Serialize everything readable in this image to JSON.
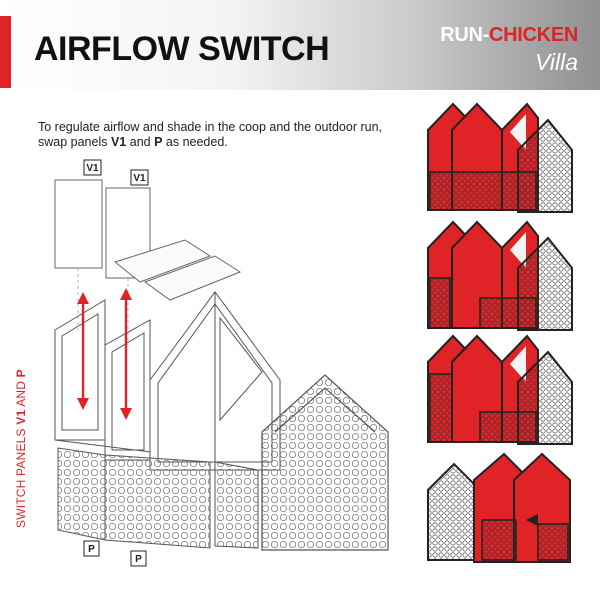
{
  "header": {
    "title": "AIRFLOW SWITCH",
    "brand_prefix": "RUN-",
    "brand_highlight": "CHICKEN",
    "brand_sub": "Villa"
  },
  "intro": {
    "text_part1": "To regulate airflow and shade in the coop and the outdoor run, swap panels ",
    "panel_v1": "V1",
    "text_and": " and ",
    "panel_p": "P",
    "text_end": " as needed."
  },
  "side_label": {
    "prefix": "SWITCH PANELS ",
    "v1": "V1",
    "and": " AND ",
    "p": "P"
  },
  "tags": {
    "v1": "V1",
    "p": "P"
  },
  "colors": {
    "accent": "#e02327",
    "dark_frame": "#3a3a3a",
    "line": "#555555"
  }
}
